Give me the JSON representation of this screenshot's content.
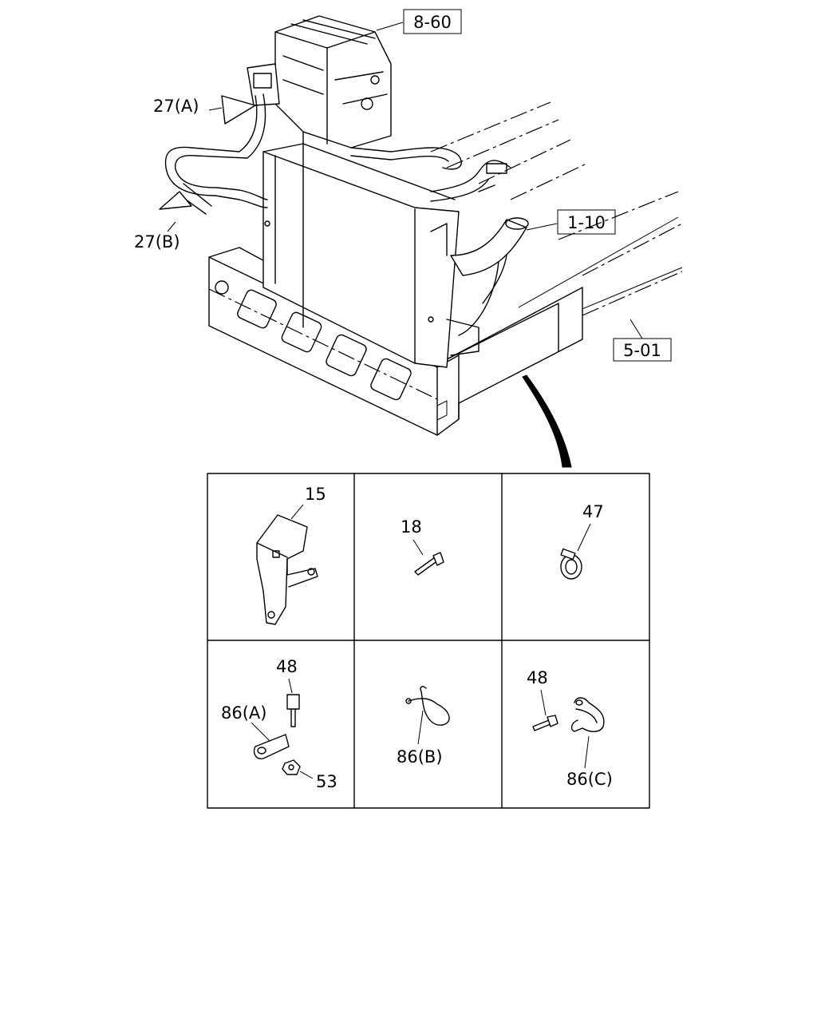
{
  "callouts": {
    "ref_8_60": "8-60",
    "ref_1_10": "1-10",
    "ref_5_01": "5-01",
    "part_27a": "27(A)",
    "part_27b": "27(B)"
  },
  "detail_panels": {
    "p15": "15",
    "p18": "18",
    "p47": "47",
    "p48_left": "48",
    "p86a": "86(A)",
    "p53": "53",
    "p86b": "86(B)",
    "p48_right": "48",
    "p86c": "86(C)"
  }
}
